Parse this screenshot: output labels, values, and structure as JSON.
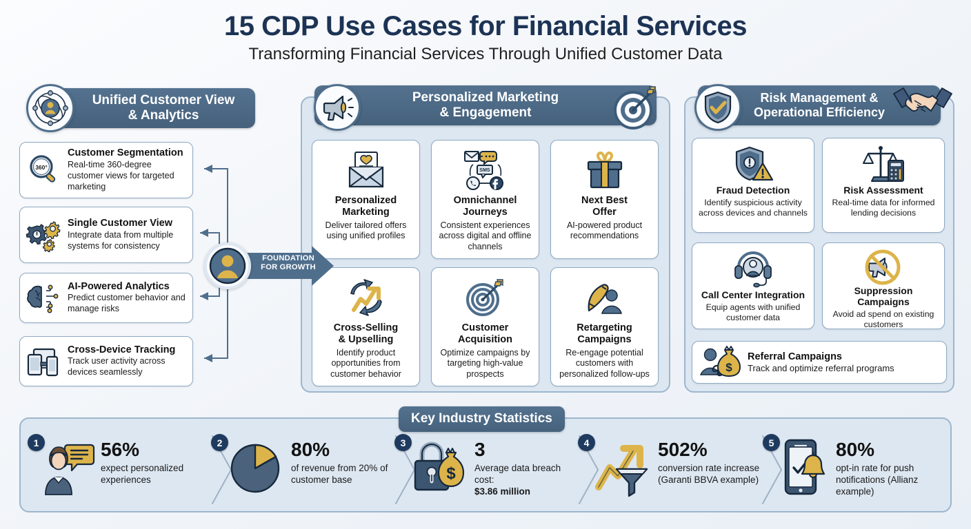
{
  "header": {
    "title": "15 CDP Use Cases for Financial Services",
    "subtitle": "Transforming Financial Services Through Unified Customer Data"
  },
  "colors": {
    "header_bar": "#48647f",
    "panel_bg": "#dde7f1",
    "panel_border": "#9db6cd",
    "accent_gold": "#dfb košt",
    "gold": "#ddb44a",
    "navy": "#1e3a5f",
    "steel_blue": "#4f6e8c",
    "card_bg": "#ffffff"
  },
  "hub": {
    "label_line1": "FOUNDATION",
    "label_line2": "FOR GROWTH",
    "icon": "person-circle-icon"
  },
  "columns": [
    {
      "id": "unified-customer-view",
      "header_line1": "Unified Customer View",
      "header_line2": "& Analytics",
      "header_icon": "atom-user-icon",
      "cards": [
        {
          "title": "Customer Segmentation",
          "desc": "Real-time 360-degree customer views for targeted marketing",
          "icon": "magnifier-360-icon"
        },
        {
          "title": "Single Customer View",
          "desc": "Integrate data from multiple systems for consistency",
          "icon": "gears-icon"
        },
        {
          "title": "AI-Powered Analytics",
          "desc": "Predict customer behavior and manage risks",
          "icon": "brain-circuit-icon"
        },
        {
          "title": "Cross-Device Tracking",
          "desc": "Track user activity across devices seamlessly",
          "icon": "multi-device-icon"
        }
      ]
    },
    {
      "id": "personalized-marketing",
      "header_line1": "Personalized Marketing",
      "header_line2": "& Engagement",
      "header_icon": "megaphone-icon",
      "header_icon_right": "target-arrow-icon",
      "cards": [
        {
          "title_line1": "Personalized",
          "title_line2": "Marketing",
          "desc": "Deliver tailored offers using unified profiles",
          "icon": "envelope-heart-icon"
        },
        {
          "title_line1": "Omnichannel",
          "title_line2": "Journeys",
          "desc": "Consistent experiences across digital and offline channels",
          "icon": "omnichannel-icon"
        },
        {
          "title_line1": "Next Best",
          "title_line2": "Offer",
          "desc": "AI-powered product recommendations",
          "icon": "gift-icon"
        },
        {
          "title_line1": "Cross-Selling",
          "title_line2": "& Upselling",
          "desc": "Identify product opportunities from customer behavior",
          "icon": "growth-arrows-icon"
        },
        {
          "title_line1": "Customer",
          "title_line2": "Acquisition",
          "desc": "Optimize campaigns by targeting high-value prospects",
          "icon": "target-arrow-icon"
        },
        {
          "title_line1": "Retargeting",
          "title_line2": "Campaigns",
          "desc": "Re-engage potential customers with personalized follow-ups",
          "icon": "boomerang-person-icon"
        }
      ]
    },
    {
      "id": "risk-management",
      "header_line1": "Risk Management &",
      "header_line2": "Operational Efficiency",
      "header_icon": "shield-check-icon",
      "header_icon_right": "handshake-icon",
      "cards": [
        {
          "title": "Fraud Detection",
          "desc": "Identify suspicious activity across devices and channels",
          "icon": "shield-alert-icon"
        },
        {
          "title": "Risk Assessment",
          "desc": "Real-time data for informed lending decisions",
          "icon": "scales-calculator-icon"
        },
        {
          "title": "Call Center Integration",
          "desc": "Equip agents with unified customer data",
          "icon": "headset-icon"
        },
        {
          "title": "Suppression Campaigns",
          "desc": "Avoid ad spend on existing customers",
          "icon": "no-megaphone-icon"
        },
        {
          "title": "Referral Campaigns",
          "desc": "Track and optimize referral programs",
          "icon": "referral-moneybag-icon"
        }
      ]
    }
  ],
  "stats_section": {
    "title": "Key Industry Statistics",
    "items": [
      {
        "number": "1",
        "big": "56%",
        "small": "expect personalized experiences",
        "icon": "person-chat-icon"
      },
      {
        "number": "2",
        "big": "80%",
        "small": "of revenue from 20% of customer base",
        "icon": "pie-chart-icon"
      },
      {
        "number": "3",
        "big": "3",
        "small": "Average data breach cost:",
        "small_bold": "$3.86 million",
        "icon": "lock-moneybag-icon"
      },
      {
        "number": "4",
        "big": "502%",
        "small": "conversion rate increase (Garanti BBVA example)",
        "icon": "funnel-growth-icon"
      },
      {
        "number": "5",
        "big": "80%",
        "small": "opt-in rate for push notifications (Allianz example)",
        "icon": "phone-bell-icon"
      }
    ]
  }
}
